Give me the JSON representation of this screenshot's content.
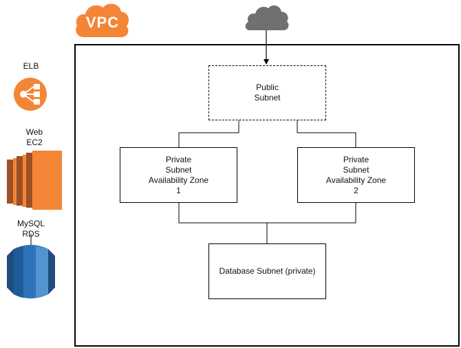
{
  "vpc": {
    "badge": "VPC",
    "color": "#f58536"
  },
  "internet": {
    "icon": "cloud-icon",
    "color": "#707070"
  },
  "legend": {
    "elb": {
      "label": "ELB",
      "icon": "elb-icon",
      "color": "#f58536"
    },
    "ec2": {
      "label": "Web\nEC2",
      "icon": "ec2-icon",
      "color": "#f58536"
    },
    "rds": {
      "label": "MySQL\nRDS",
      "icon": "rds-icon",
      "color": "#2e73b8"
    }
  },
  "nodes": {
    "public_subnet": "Public\nSubnet",
    "private_subnet_1": "Private\nSubnet\nAvailability Zone\n1",
    "private_subnet_2": "Private\nSubnet\nAvailability Zone\n2",
    "database_subnet": "Database Subnet (private)"
  }
}
